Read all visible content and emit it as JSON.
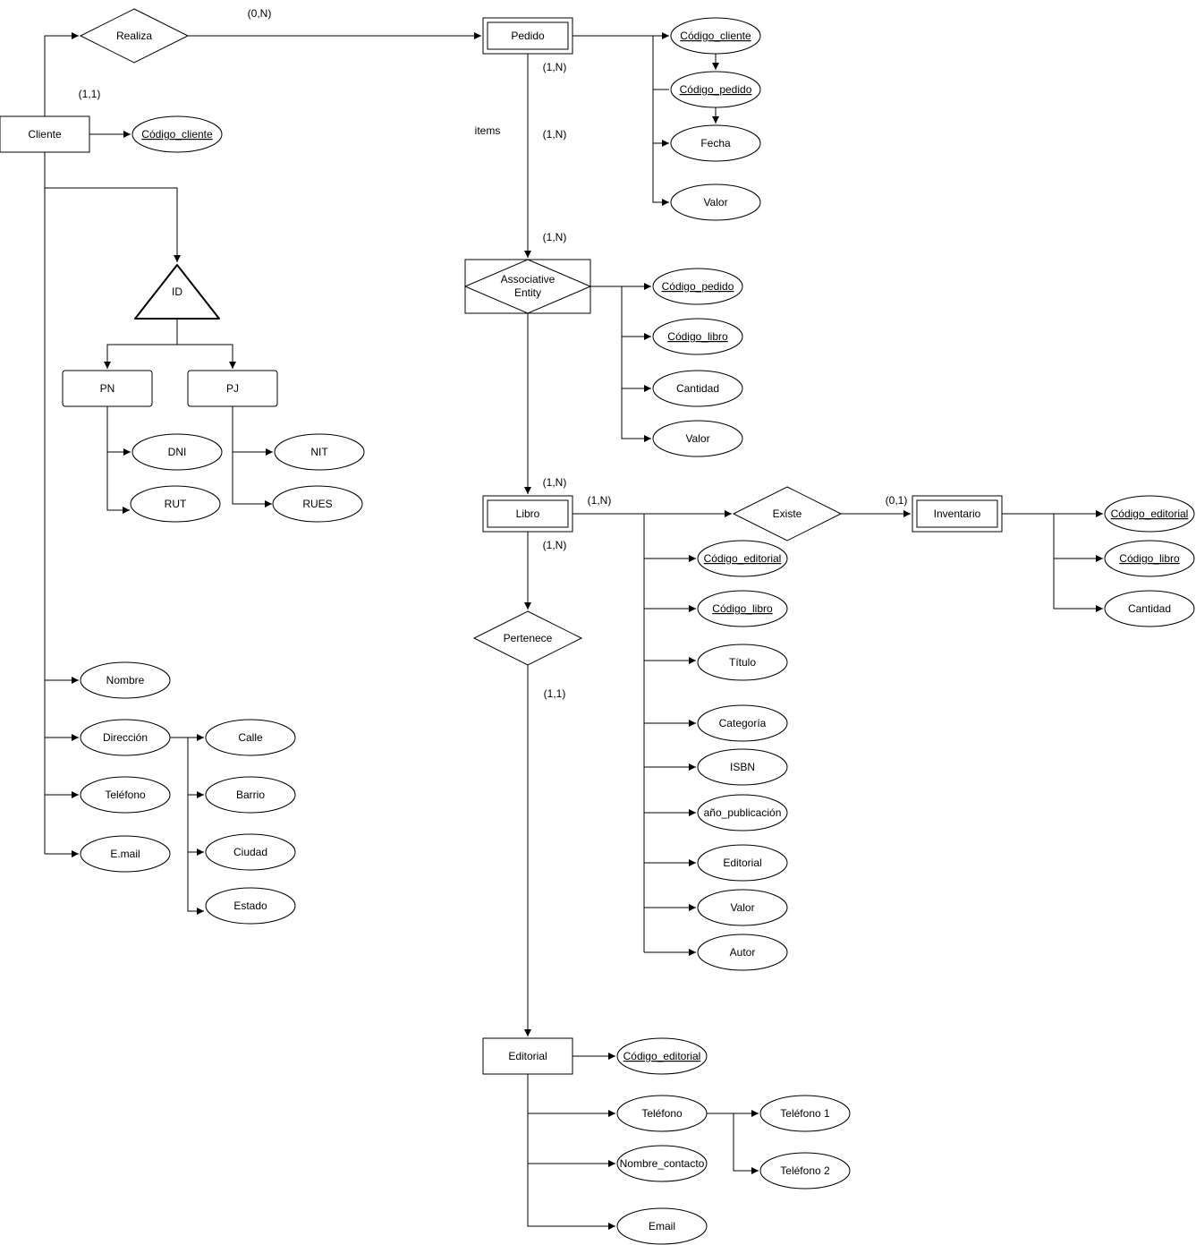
{
  "entities": {
    "cliente": "Cliente",
    "pedido": "Pedido",
    "libro": "Libro",
    "inventario": "Inventario",
    "editorial": "Editorial",
    "associative": [
      "Associative",
      "Entity"
    ],
    "pn": "PN",
    "pj": "PJ"
  },
  "relationships": {
    "realiza": "Realiza",
    "existe": "Existe",
    "pertenece": "Pertenece",
    "id": "ID"
  },
  "attributes": {
    "cliente": {
      "codigo_cliente": "Código_cliente",
      "nombre": "Nombre",
      "direccion": "Dirección",
      "telefono": "Teléfono",
      "email": "E.mail"
    },
    "direccion": [
      "Calle",
      "Barrio",
      "Ciudad",
      "Estado"
    ],
    "pn": [
      "DNI",
      "RUT"
    ],
    "pj": [
      "NIT",
      "RUES"
    ],
    "pedido": {
      "codigo_cliente": "Código_cliente",
      "codigo_pedido": "Código_pedido",
      "fecha": "Fecha",
      "valor": "Valor"
    },
    "associative": {
      "codigo_pedido": "Código_pedido",
      "codigo_libro": "Código_libro",
      "cantidad": "Cantidad",
      "valor": "Valor"
    },
    "libro": {
      "codigo_editorial": "Código_editorial",
      "codigo_libro": "Código_libro",
      "titulo": "Título",
      "categoria": "Categoría",
      "isbn": "ISBN",
      "anio": "año_publicación",
      "editorial": "Editorial",
      "valor": "Valor",
      "autor": "Autor"
    },
    "inventario": {
      "codigo_editorial": "Código_editorial",
      "codigo_libro": "Código_libro",
      "cantidad": "Cantidad"
    },
    "editorial": {
      "codigo_editorial": "Código_editorial",
      "telefono": "Teléfono",
      "nombre_contacto": "Nombre_contacto",
      "email": "Email"
    },
    "telefono_editorial": [
      "Teléfono 1",
      "Teléfono 2"
    ]
  },
  "cardinalities": {
    "realiza_pedido": "(0,N)",
    "cliente_realiza": "(1,1)",
    "pedido_items_top": "(1,N)",
    "items_mid": "(1,N)",
    "items_assoc": "(1,N)",
    "items_label": "items",
    "assoc_libro": "(1,N)",
    "libro_existe": "(1,N)",
    "existe_inventario": "(0,1)",
    "libro_pertenece": "(1,N)",
    "pertenece_editorial": "(1,1)"
  }
}
